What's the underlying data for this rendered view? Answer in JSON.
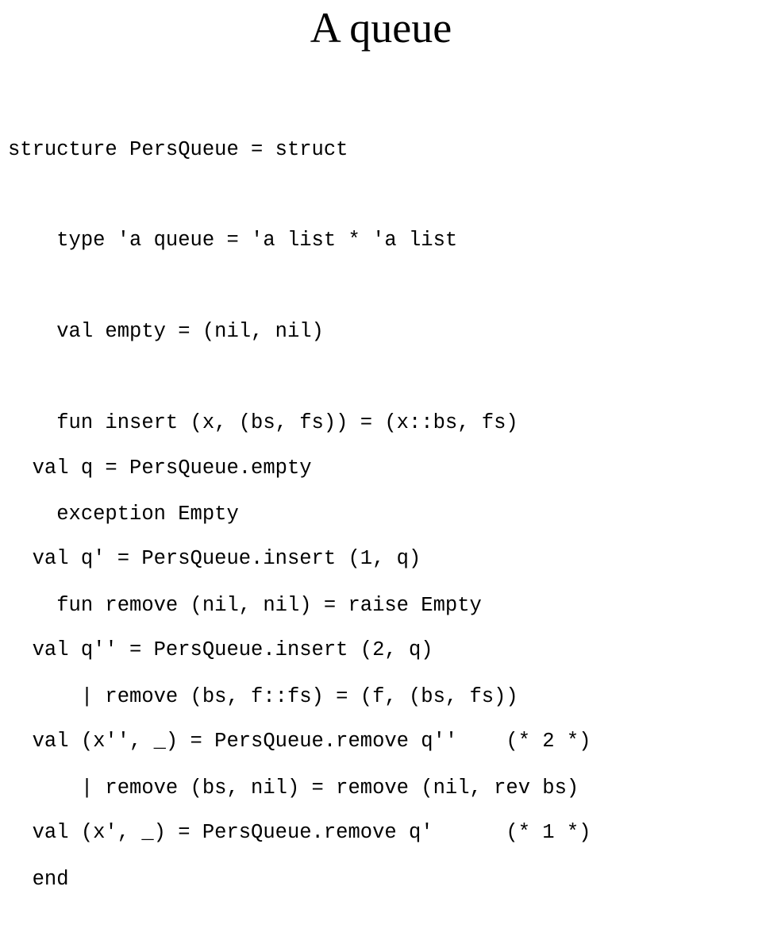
{
  "slide": {
    "title": "A queue"
  },
  "structure_code": [
    "structure PersQueue = struct",
    "    type 'a queue = 'a list * 'a list",
    "    val empty = (nil, nil)",
    "    fun insert (x, (bs, fs)) = (x::bs, fs)",
    "    exception Empty",
    "    fun remove (nil, nil) = raise Empty",
    "      | remove (bs, f::fs) = (f, (bs, fs))",
    "      | remove (bs, nil) = remove (nil, rev bs)",
    "  end"
  ],
  "usage_code": [
    "  val q = PersQueue.empty",
    "  val q' = PersQueue.insert (1, q)",
    "  val q'' = PersQueue.insert (2, q)",
    "  val (x'', _) = PersQueue.remove q''    (* 2 *)",
    "  val (x', _) = PersQueue.remove q'      (* 1 *)"
  ]
}
